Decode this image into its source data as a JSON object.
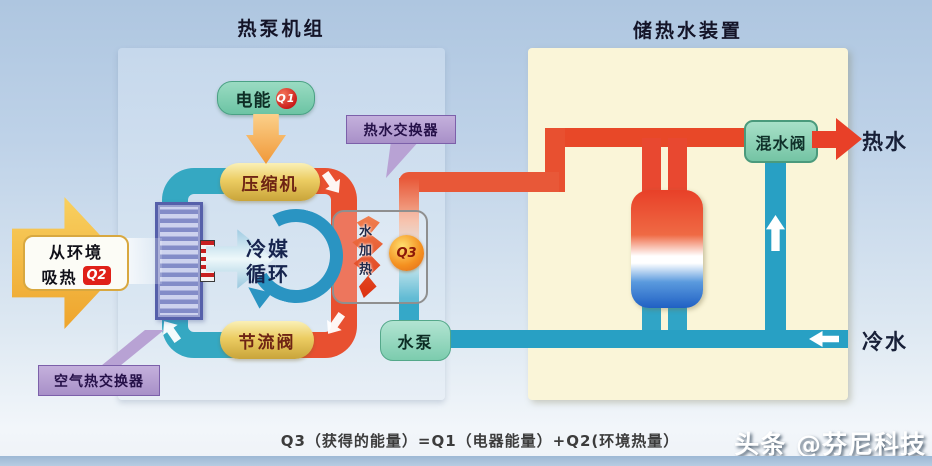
{
  "titles": {
    "heat_pump_unit": "热泵机组",
    "storage_device": "储热水装置"
  },
  "heat_pump": {
    "electric_energy": "电能",
    "q1": "Q1",
    "compressor": "压缩机",
    "throttle_valve": "节流阀",
    "refrigerant_cycle": {
      "line1": "冷媒",
      "line2": "循环"
    },
    "env_heat": {
      "line1": "从环境",
      "line2": "吸热",
      "q2": "Q2"
    },
    "air_heat_exchanger": "空气热交换器",
    "hot_water_exchanger": "热水交换器",
    "water_heating": "水加热",
    "q3": "Q3",
    "water_pump": "水泵"
  },
  "storage": {
    "mixing_valve": "混水阀",
    "hot_water_label": "热水",
    "cold_water_label": "冷水"
  },
  "footer": {
    "formula": "Q3（获得的能量）=Q1（电器能量）+Q2(环境热量）",
    "watermark": "头条 @芬尼科技"
  },
  "colors": {
    "hot": "#e85030",
    "cold": "#2ea4c6",
    "panel_left": "#ccddee",
    "panel_right": "#faf5d8",
    "badge_green": "#7ed0b4",
    "badge_purple": "#b49cd2",
    "pill_yellow": "#e8c85c"
  }
}
